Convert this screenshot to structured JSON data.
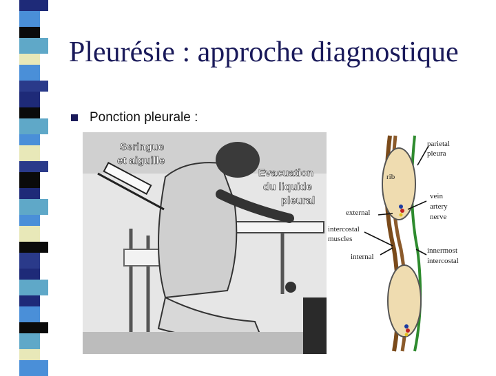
{
  "slide": {
    "title": "Pleurésie : approche diagnostique",
    "bullet": "Ponction pleurale :"
  },
  "illustration": {
    "label_syringe": [
      "Seringue",
      "et aiguille"
    ],
    "label_evacuation": [
      "Evacuation",
      "du liquide",
      "pleural"
    ]
  },
  "anatomy": {
    "labels": {
      "parietal_pleura": [
        "parietal",
        "pleura"
      ],
      "rib": "rib",
      "vein_artery_nerve": [
        "vein",
        "artery",
        "nerve"
      ],
      "external": "external",
      "intercostal_muscles": [
        "intercostal",
        "muscles"
      ],
      "internal": "internal",
      "innermost_intercostal": [
        "innermost",
        "intercostal"
      ]
    }
  },
  "colors": {
    "title": "#1a1a5a",
    "stripe_palette": [
      "#1e2a78",
      "#4a8fd8",
      "#5fa8c8",
      "#0a0a0a",
      "#e8e8b8",
      "#2a3a8a"
    ],
    "rib_fill": "#efdcb0",
    "muscle": "#7a4a1a",
    "pleura": "#2e8b2e"
  }
}
